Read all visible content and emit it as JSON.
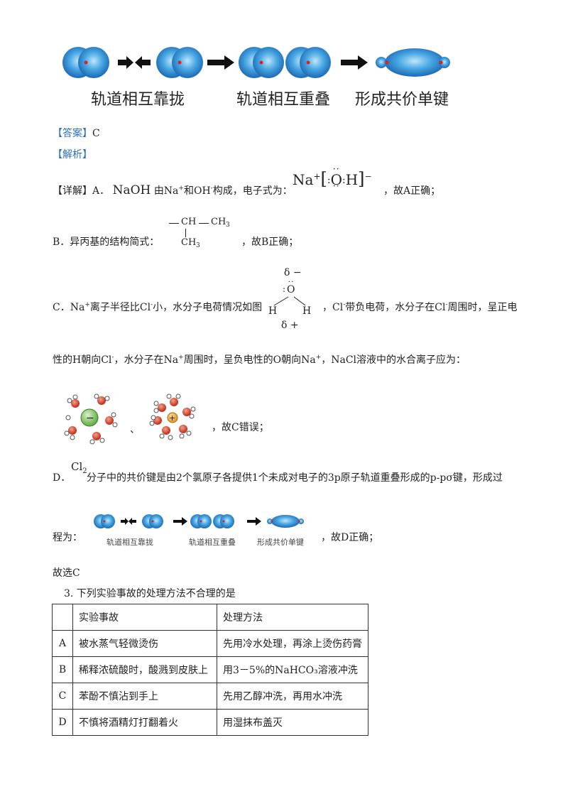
{
  "top_figure": {
    "labels": [
      "轨道相互靠拢",
      "轨道相互重叠",
      "形成共价单键"
    ]
  },
  "answer": {
    "label": "【答案】",
    "value": "C"
  },
  "analysis_label": "【解析】",
  "detail": {
    "label": "【详解】",
    "a_prefix": "A．",
    "naoh": "NaOH",
    "a_mid1": "由Na",
    "plus": "+",
    "a_mid2": "和OH",
    "minus": "-",
    "a_mid3": "构成，电子式为：",
    "a_end": "，故A正确；",
    "na_formula": {
      "na": "Na",
      "plus": "+",
      "o": "O",
      "h": "H",
      "minus": "−"
    },
    "b_text": "B．异丙基的结构简式：",
    "b_struct": {
      "ch": "CH",
      "ch3": "CH",
      "sub3": "3"
    },
    "b_end": "，故B正确；",
    "c_prefix": "C．Na",
    "c_mid1": "离子半径比Cl",
    "c_mid2": "小，水分子电荷情况如图",
    "c_fig": {
      "delta_minus": "δ −",
      "o": "O",
      "h": "H",
      "delta_plus": "δ +"
    },
    "c_mid3": "，Cl",
    "c_mid4": "带负电荷，水分子在Cl",
    "c_mid5": "周围时，呈正电",
    "c_line2a": "性的H朝向Cl",
    "c_line2b": "，水分子在Na",
    "c_line2c": "周围时，呈负电性的O朝向Na",
    "c_line2d": "，NaCl溶液中的水合离子应为：",
    "c_sep": "、",
    "c_end": "，故C错误；",
    "d_prefix": "D．",
    "cl2": {
      "cl": "Cl",
      "sub": "2"
    },
    "d_text": "分子中的共价键是由2个氯原子各提供1个未成对电子的3p原子轨道重叠形成的p-pσ键，形成过",
    "d_line2": "程为：",
    "d_end": "，故D正确；",
    "choose": "故选C"
  },
  "question": {
    "text": "3. 下列实验事故的处理方法不合理的是",
    "header": [
      "",
      "实验事故",
      "处理方法"
    ],
    "rows": [
      [
        "A",
        "被水蒸气轻微烫伤",
        "先用冷水处理，再涂上烫伤药膏"
      ],
      [
        "B",
        "稀释浓硫酸时，酸溅到皮肤上",
        "用3－5%的NaHCO₃溶液冲洗"
      ],
      [
        "C",
        "苯酚不慎沾到手上",
        "先用乙醇冲洗，再用水冲洗"
      ],
      [
        "D",
        "不慎将酒精灯打翻着火",
        "用湿抹布盖灭"
      ]
    ]
  }
}
